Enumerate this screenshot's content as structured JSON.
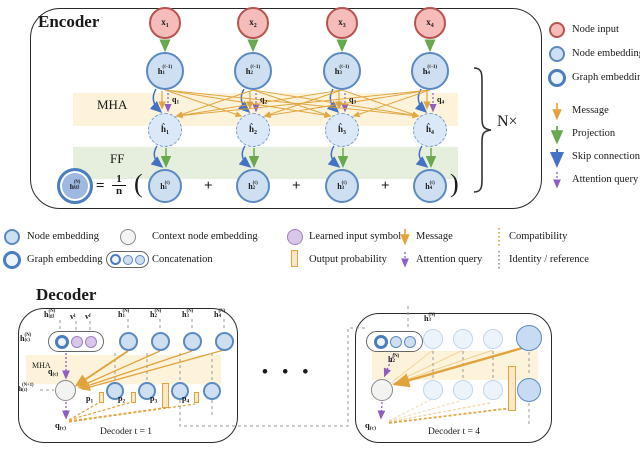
{
  "titles": {
    "encoder": "Encoder",
    "decoder": "Decoder"
  },
  "encoder": {
    "mha": "MHA",
    "ff": "FF",
    "n_times": "N×",
    "x": [
      {
        "b": "x",
        "s": "1"
      },
      {
        "b": "x",
        "s": "2"
      },
      {
        "b": "x",
        "s": "3"
      },
      {
        "b": "x",
        "s": "4"
      }
    ],
    "hp": [
      {
        "b": "h",
        "s": "1",
        "p": "(ℓ-1)"
      },
      {
        "b": "h",
        "s": "2",
        "p": "(ℓ-1)"
      },
      {
        "b": "h",
        "s": "3",
        "p": "(ℓ-1)"
      },
      {
        "b": "h",
        "s": "4",
        "p": "(ℓ-1)"
      }
    ],
    "hh": [
      {
        "b": "ĥ",
        "s": "1"
      },
      {
        "b": "ĥ",
        "s": "2"
      },
      {
        "b": "ĥ",
        "s": "3"
      },
      {
        "b": "ĥ",
        "s": "4"
      }
    ],
    "ho": [
      {
        "b": "h",
        "s": "1",
        "p": "(ℓ)"
      },
      {
        "b": "h",
        "s": "2",
        "p": "(ℓ)"
      },
      {
        "b": "h",
        "s": "3",
        "p": "(ℓ)"
      },
      {
        "b": "h",
        "s": "4",
        "p": "(ℓ)"
      }
    ],
    "q": [
      {
        "b": "q",
        "s": "1"
      },
      {
        "b": "q",
        "s": "2"
      },
      {
        "b": "q",
        "s": "3"
      },
      {
        "b": "q",
        "s": "4"
      }
    ],
    "formula": {
      "lhs": {
        "b": "h",
        "s": "(g)",
        "p": "(N)"
      },
      "eq": "=",
      "num": "1",
      "den": "n",
      "open": "(",
      "plus": "+",
      "close": ")"
    }
  },
  "legend_right": {
    "items": [
      {
        "label": "Node input"
      },
      {
        "label": "Node embedding"
      },
      {
        "label": "Graph embedding"
      },
      {
        "label": "Message"
      },
      {
        "label": "Projection"
      },
      {
        "label": "Skip connection"
      },
      {
        "label": "Attention query"
      }
    ]
  },
  "legend_mid": {
    "row1": [
      {
        "label": "Node embedding"
      },
      {
        "label": "Context node embedding"
      },
      {
        "label": "Learned input symbol"
      },
      {
        "label": "Message"
      },
      {
        "label": "Compatibility"
      }
    ],
    "row2": [
      {
        "label": "Graph embedding"
      },
      {
        "label": "Concatenation"
      },
      {
        "label": "Output probability"
      },
      {
        "label": "Attention query"
      },
      {
        "label": "Identity / reference"
      }
    ]
  },
  "decoder": {
    "ellipsis": "• • •",
    "left": {
      "hg": {
        "b": "h",
        "s": "(g)",
        "p": "(N)"
      },
      "v1": {
        "b": "v",
        "p": "l"
      },
      "v2": {
        "b": "v",
        "p": "f"
      },
      "h": [
        {
          "b": "h",
          "s": "1",
          "p": "(N)"
        },
        {
          "b": "h",
          "s": "2",
          "p": "(N)"
        },
        {
          "b": "h",
          "s": "3",
          "p": "(N)"
        },
        {
          "b": "h",
          "s": "4",
          "p": "(N)"
        }
      ],
      "hc": {
        "b": "h",
        "s": "(c)",
        "p": "(N)"
      },
      "mha": "MHA",
      "qc_top": {
        "b": "q",
        "s": "(c)"
      },
      "hc1": {
        "b": "h",
        "s": "(c)",
        "p": "(N+1)"
      },
      "p": [
        {
          "b": "p",
          "s": "1"
        },
        {
          "b": "p",
          "s": "2"
        },
        {
          "b": "p",
          "s": "3"
        },
        {
          "b": "p",
          "s": "4"
        }
      ],
      "qc": {
        "b": "q",
        "s": "(c)"
      },
      "caption": "Decoder t = 1"
    },
    "right": {
      "h3": {
        "b": "h",
        "s": "3",
        "p": "(N)"
      },
      "h2": {
        "b": "h",
        "s": "2",
        "p": "(N)"
      },
      "qc": {
        "b": "q",
        "s": "(c)"
      },
      "caption": "Decoder t = 4"
    }
  }
}
